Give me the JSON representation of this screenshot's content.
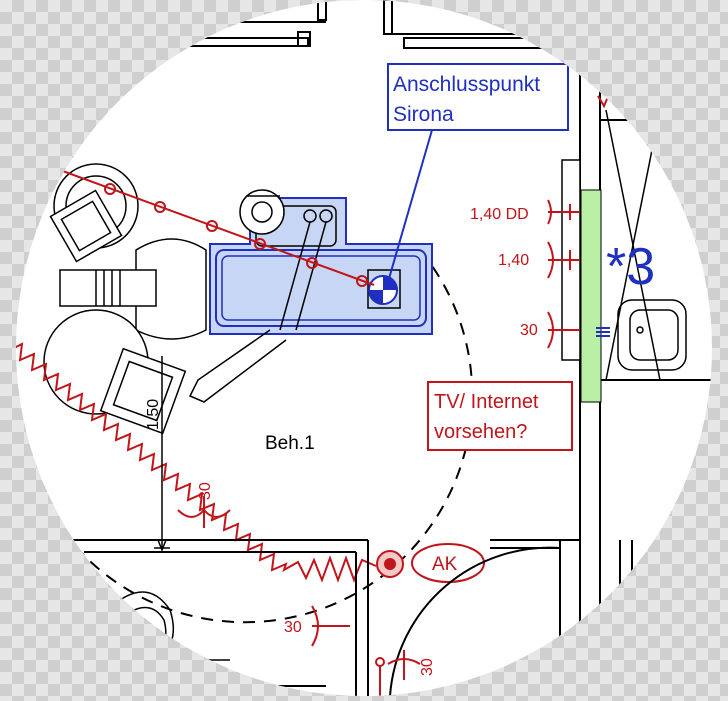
{
  "callouts": {
    "anschluss_line1": "Anschlusspunkt",
    "anschluss_line2": "Sirona",
    "tv_line1": "TV/ Internet",
    "tv_line2": "vorsehen?",
    "room_label": "Beh.1",
    "star_label": "*3",
    "ak_label": "AK",
    "dimension": "1.50"
  },
  "outlets": [
    {
      "label": "1,40 DD"
    },
    {
      "label": "1,40"
    },
    {
      "label": "30"
    },
    {
      "label": "30"
    },
    {
      "label": "30"
    },
    {
      "label": "30"
    }
  ],
  "colors": {
    "blue": "#1f2fbf",
    "red": "#c0161b",
    "light_blue_fill": "#c7d6f4",
    "green_fill": "#b9f0a4",
    "checker": "#cfcfcf"
  }
}
